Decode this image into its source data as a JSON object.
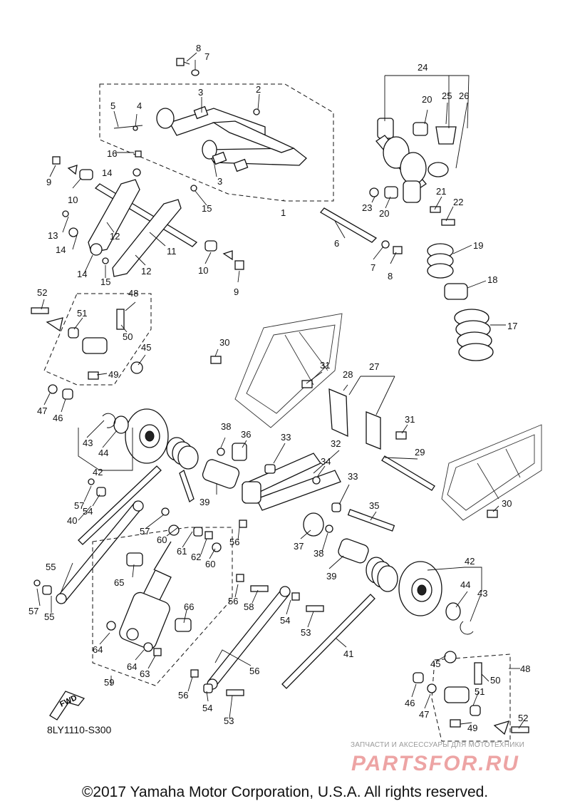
{
  "diagram": {
    "drawing_code": "8LY1110-S300",
    "fwd_label": "FWD",
    "copyright": "©2017 Yamaha Motor Corporation, U.S.A. All rights reserved.",
    "watermark_line": "ЗАПЧАСТИ И АКСЕССУАРЫ ДЛЯ МОТОТЕХНИКИ",
    "watermark_logo": "PARTSFOR.RU",
    "callouts": [
      "1",
      "2",
      "3",
      "3",
      "4",
      "5",
      "6",
      "7",
      "7",
      "8",
      "8",
      "9",
      "9",
      "10",
      "10",
      "11",
      "12",
      "12",
      "13",
      "14",
      "14",
      "14",
      "15",
      "15",
      "16",
      "17",
      "18",
      "19",
      "20",
      "20",
      "21",
      "22",
      "23",
      "24",
      "25",
      "26",
      "27",
      "28",
      "29",
      "30",
      "30",
      "31",
      "31",
      "32",
      "33",
      "33",
      "34",
      "35",
      "36",
      "37",
      "38",
      "38",
      "39",
      "39",
      "40",
      "41",
      "42",
      "42",
      "43",
      "43",
      "44",
      "44",
      "45",
      "45",
      "46",
      "46",
      "47",
      "47",
      "48",
      "48",
      "49",
      "49",
      "50",
      "50",
      "51",
      "51",
      "52",
      "52",
      "53",
      "53",
      "54",
      "54",
      "54",
      "55",
      "55",
      "56",
      "56",
      "56",
      "56",
      "57",
      "57",
      "57",
      "58",
      "59",
      "60",
      "60",
      "61",
      "62",
      "63",
      "64",
      "64",
      "65",
      "66"
    ]
  }
}
